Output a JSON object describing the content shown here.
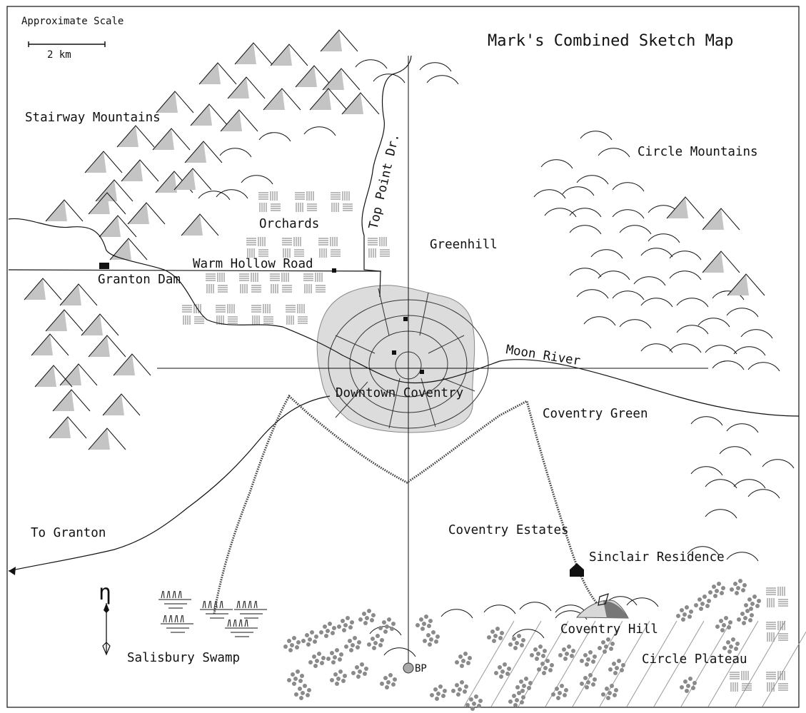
{
  "map": {
    "title": "Mark's Combined Sketch Map",
    "scale": {
      "title": "Approximate Scale",
      "label": "2 km"
    },
    "north_symbol": "η",
    "labels": {
      "stairway_mountains": "Stairway Mountains",
      "circle_mountains": "Circle Mountains",
      "orchards": "Orchards",
      "top_point_dr": "Top Point Dr.",
      "greenhill": "Greenhill",
      "warm_hollow_road": "Warm Hollow Road",
      "granton_dam": "Granton Dam",
      "moon_river": "Moon River",
      "downtown_coventry": "Downtown Coventry",
      "coventry_green": "Coventry Green",
      "to_granton": "To Granton",
      "coventry_estates": "Coventry Estates",
      "sinclair_residence": "Sinclair Residence",
      "coventry_hill": "Coventry Hill",
      "circle_plateau": "Circle Plateau",
      "salisbury_swamp": "Salisbury Swamp",
      "bp": "BP"
    },
    "colors": {
      "ink": "#111111",
      "mountain_fill": "#c4c4c4",
      "downtown_fill": "#dcdcdc",
      "tree_fill": "#8a8a8a",
      "orchard_ink": "#7a7a7a"
    },
    "icons": [
      "mountain-icon",
      "hill-icon",
      "orchard-icon",
      "tree-cluster-icon",
      "swamp-grass-icon",
      "house-icon",
      "north-arrow-icon",
      "dam-icon"
    ]
  }
}
